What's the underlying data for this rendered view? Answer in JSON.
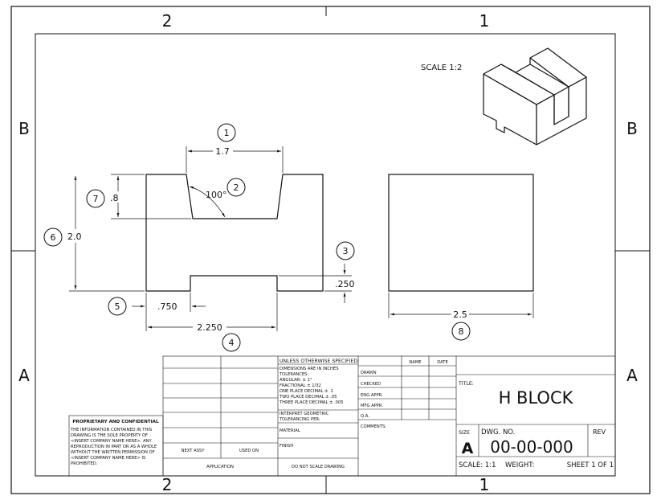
{
  "zones": {
    "top": [
      "2",
      "1"
    ],
    "bottom": [
      "2",
      "1"
    ],
    "left": [
      "B",
      "A"
    ],
    "right": [
      "B",
      "A"
    ]
  },
  "scale_note": "SCALE 1:2",
  "dimensions": {
    "d1": "1.7",
    "d2": "100°",
    "d3": ".250",
    "d4": "2.250",
    "d5": ".750",
    "d6": "2.0",
    "d7": ".8",
    "d8": "2.5"
  },
  "balloons": [
    "1",
    "2",
    "3",
    "4",
    "5",
    "6",
    "7",
    "8"
  ],
  "title_block": {
    "unless": "UNLESS OTHERWISE SPECIFIED:",
    "spec_lines": [
      "DIMENSIONS ARE IN INCHES",
      "TOLERANCES:",
      "ANGULAR: ± 1°",
      "FRACTIONAL ± 1/32",
      "ONE PLACE DECIMAL ± .1",
      "TWO PLACE DECIMAL ± .05",
      "THREE PLACE DECIMAL ± .005"
    ],
    "interpret": [
      "INTERPRET GEOMETRIC",
      "TOLERANCING PER:"
    ],
    "material": "MATERIAL",
    "finish": "FINISH",
    "do_not_scale": "DO NOT SCALE DRAWING",
    "name": "NAME",
    "date": "DATE",
    "rows": [
      "DRAWN",
      "CHECKED",
      "ENG APPR.",
      "MFG APPR.",
      "Q.A.",
      "COMMENTS:"
    ],
    "title_label": "TITLE:",
    "title": "H BLOCK",
    "size_label": "SIZE",
    "size": "A",
    "dwg_label": "DWG.  NO.",
    "dwg_no": "00-00-000",
    "rev": "REV",
    "scale": "SCALE: 1:1",
    "weight": "WEIGHT:",
    "sheet": "SHEET 1 OF 1",
    "next_assy": "NEXT ASSY",
    "used_on": "USED ON",
    "application": "APPLICATION",
    "proprietary_title": "PROPRIETARY AND CONFIDENTIAL",
    "proprietary_lines": [
      "THE INFORMATION CONTAINED IN THIS",
      "DRAWING IS THE SOLE PROPERTY OF",
      "<INSERT COMPANY NAME HERE>.  ANY",
      "REPRODUCTION IN PART OR AS A WHOLE",
      "WITHOUT THE WRITTEN PERMISSION OF",
      "<INSERT COMPANY NAME HERE> IS",
      "PROHIBITED."
    ]
  }
}
